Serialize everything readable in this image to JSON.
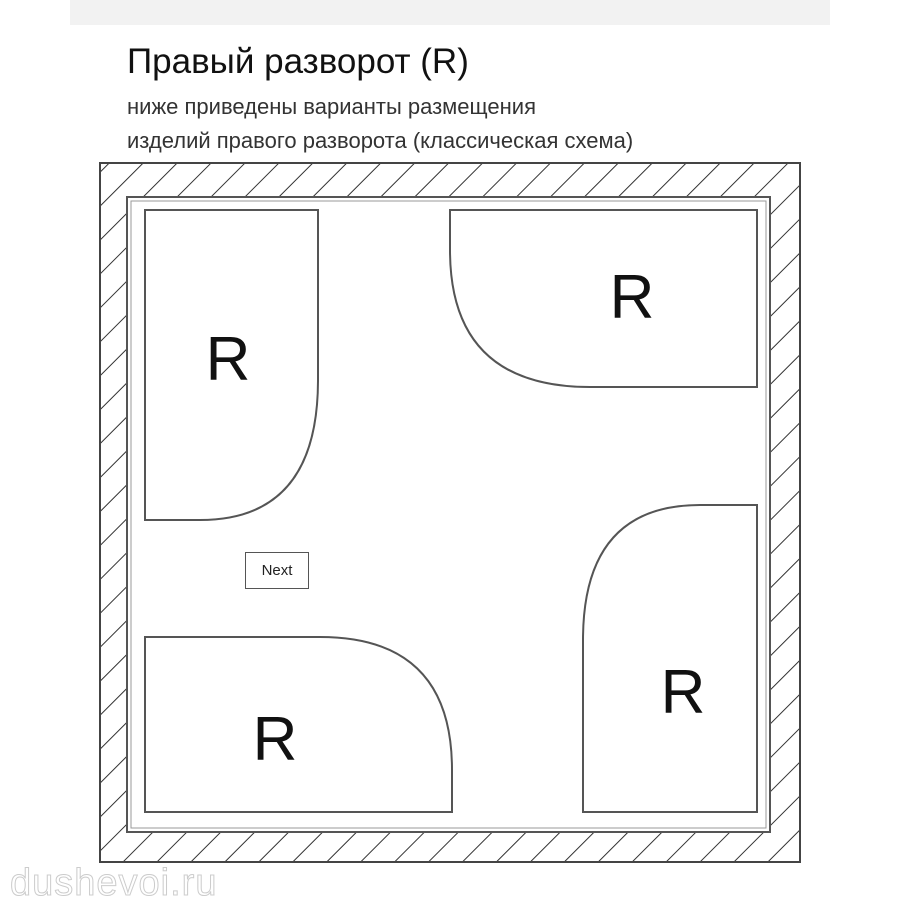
{
  "header": {
    "title": "Правый разворот (R)",
    "subtitle_line1": "ниже приведены варианты размещения",
    "subtitle_line2": "изделий правого разворота (классическая схема)"
  },
  "diagram": {
    "labels": [
      "R",
      "R",
      "R",
      "R"
    ]
  },
  "next_button": "Next",
  "watermark": "dushevoi.ru"
}
